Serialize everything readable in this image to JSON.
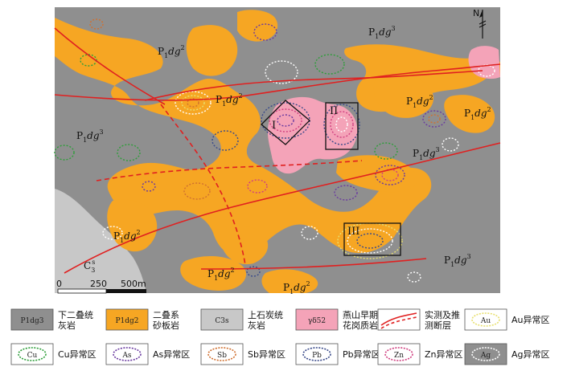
{
  "colors": {
    "limestone_gray": "#8f8f8f",
    "sandstone_orange": "#f6a623",
    "carboniferous_light": "#c8c8c8",
    "granite_pink": "#f4a3b8",
    "fault_red": "#e02020",
    "au_yellow": "#e8e070",
    "cu_green": "#2e9e3a",
    "as_purple": "#6a3aa0",
    "sb_orange": "#d07030",
    "pb_navy": "#3a4a8a",
    "zn_pink": "#d04080",
    "ag_white": "#ffffff"
  },
  "map": {
    "unit_label_prefix": "P",
    "unit_label_sub": "1",
    "unit_label_body": "dg",
    "north_label": "N",
    "areas": [
      "I",
      "II",
      "III"
    ],
    "carb_label_main": "C",
    "carb_label_sub": "3",
    "carb_label_sup": "s",
    "scale": {
      "ticks": [
        "0",
        "250",
        "500m"
      ]
    }
  },
  "legend": {
    "items": [
      {
        "key": "p1dg3",
        "swatch_text": "P1dg3",
        "label": [
          "下二叠统",
          "灰岩"
        ]
      },
      {
        "key": "p1dg2",
        "swatch_text": "P1dg2",
        "label": [
          "二叠系",
          "砂板岩"
        ]
      },
      {
        "key": "c3s",
        "swatch_text": "C3s",
        "label": [
          "上石炭统",
          "灰岩"
        ]
      },
      {
        "key": "granite",
        "swatch_text": "γδ52",
        "label": [
          "燕山早期",
          "花岗质岩"
        ]
      },
      {
        "key": "fault",
        "swatch_text": "",
        "label": [
          "实测及推",
          "测断层"
        ]
      },
      {
        "key": "au",
        "swatch_text": "Au",
        "label": [
          "Au异常区"
        ]
      },
      {
        "key": "cu",
        "swatch_text": "Cu",
        "label": [
          "Cu异常区"
        ]
      },
      {
        "key": "as",
        "swatch_text": "As",
        "label": [
          "As异常区"
        ]
      },
      {
        "key": "sb",
        "swatch_text": "Sb",
        "label": [
          "Sb异常区"
        ]
      },
      {
        "key": "pb",
        "swatch_text": "Pb",
        "label": [
          "Pb异常区"
        ]
      },
      {
        "key": "zn",
        "swatch_text": "Zn",
        "label": [
          "Zn异常区"
        ]
      },
      {
        "key": "ag",
        "swatch_text": "Ag",
        "label": [
          "Ag异常区"
        ]
      }
    ]
  }
}
